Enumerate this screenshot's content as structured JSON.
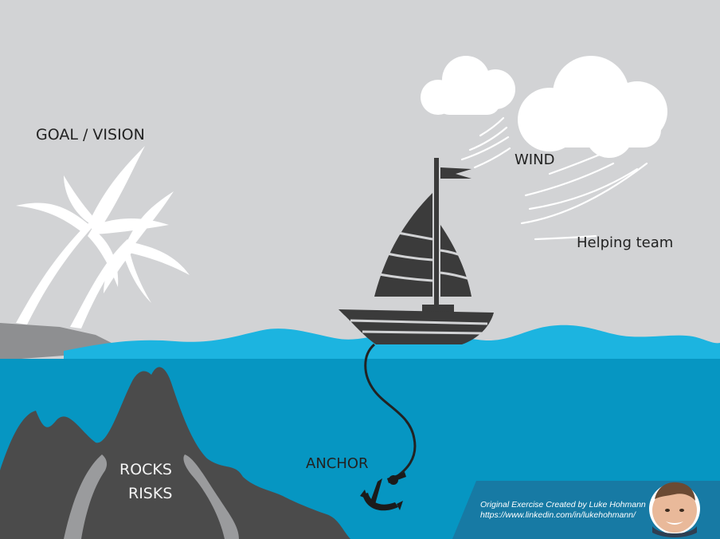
{
  "labels": {
    "goal": "GOAL / VISION",
    "wind": "WIND",
    "helping_team": "Helping team",
    "rocks": "ROCKS",
    "risks": "RISKS",
    "anchor": "ANCHOR"
  },
  "credit": {
    "line1": "Original Exercise Created by Luke Hohmann",
    "line2": "https://www.linkedin.com/in/lukehohmann/"
  },
  "colors": {
    "sky": "#d2d3d5",
    "water_surface": "#1cb4e0",
    "water_deep": "#0696c2",
    "boat": "#3b3b3b",
    "rocks": "#4b4b4b",
    "cloud": "#ffffff",
    "palm": "#ffffff",
    "credit_banner": "#177aa4"
  },
  "icons": [
    "palm-tree-icon",
    "cloud-icon",
    "sailboat-icon",
    "anchor-icon",
    "rock-icon",
    "author-avatar"
  ]
}
